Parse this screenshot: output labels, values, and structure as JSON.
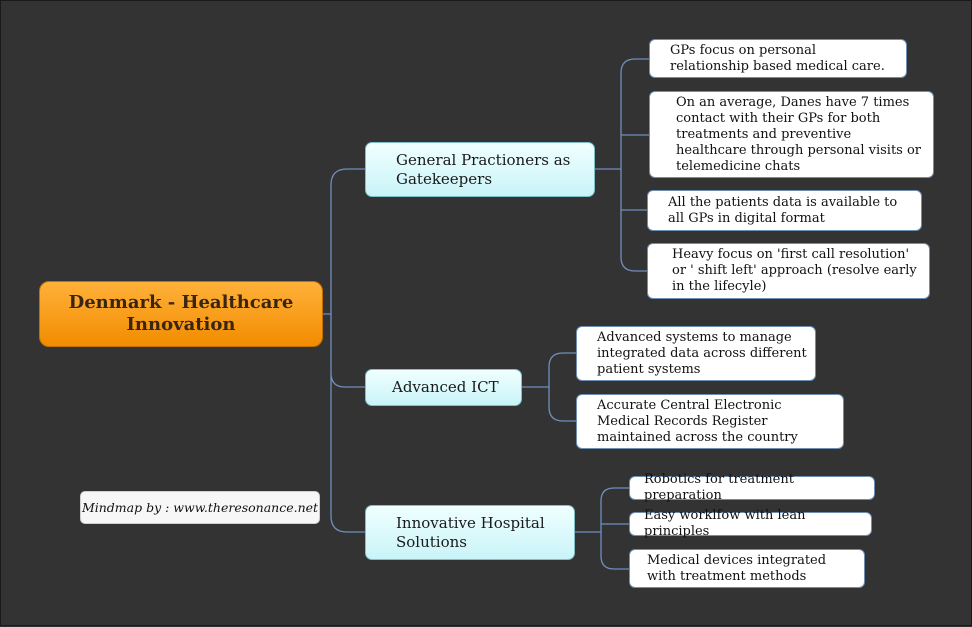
{
  "root": {
    "line1": "Denmark - Healthcare",
    "line2": "Innovation"
  },
  "branches": [
    {
      "label": "General Practioners as Gatekeepers",
      "children": [
        "GPs focus on  personal relationship based medical care.",
        "On an average, Danes have 7 times contact with their GPs for both treatments and preventive healthcare through personal visits or telemedicine chats",
        "All the patients data is available to all GPs in digital format",
        "Heavy focus on 'first call resolution' or ' shift left' approach (resolve early in the lifecyle)"
      ]
    },
    {
      "label": "Advanced ICT",
      "children": [
        "Advanced systems to manage integrated data across different patient systems",
        "Accurate Central Electronic Medical Records Register maintained across the country"
      ]
    },
    {
      "label": "Innovative Hospital Solutions",
      "children": [
        "Robotics for treatment preparation",
        "Easy worklfow with lean principles",
        "Medical devices integrated with treatment methods"
      ]
    }
  ],
  "credit": "Mindmap by : www.theresonance.net",
  "colors": {
    "background": "#333333",
    "root": "#f7990f",
    "branch": "#d8fafd",
    "leaf": "#ffffff",
    "connector": "#6f8fbf"
  }
}
